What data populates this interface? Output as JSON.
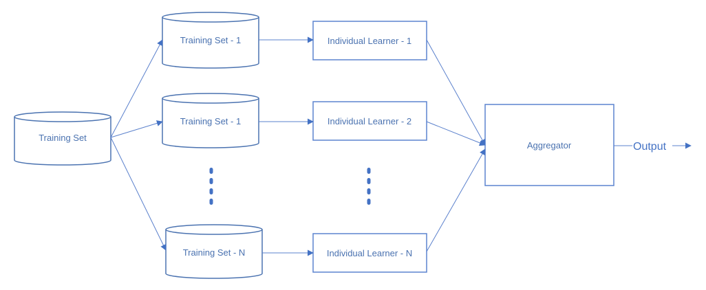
{
  "diagram": {
    "title": "Bagging ensemble flow",
    "colors": {
      "stroke": "#4a72b0",
      "accent": "#4472c4",
      "background": "#ffffff"
    },
    "source": {
      "label": "Training Set"
    },
    "training_sets": [
      {
        "label": "Training Set - 1"
      },
      {
        "label": "Training Set - 1"
      },
      {
        "label": "Training Set - N"
      }
    ],
    "learners": [
      {
        "label": "Individual Learner - 1"
      },
      {
        "label": "Individual Learner - 2"
      },
      {
        "label": "Individual Learner - N"
      }
    ],
    "aggregator": {
      "label": "Aggregator"
    },
    "output": {
      "label": "Output"
    },
    "ellipsis": {
      "dash_count": 4
    }
  }
}
